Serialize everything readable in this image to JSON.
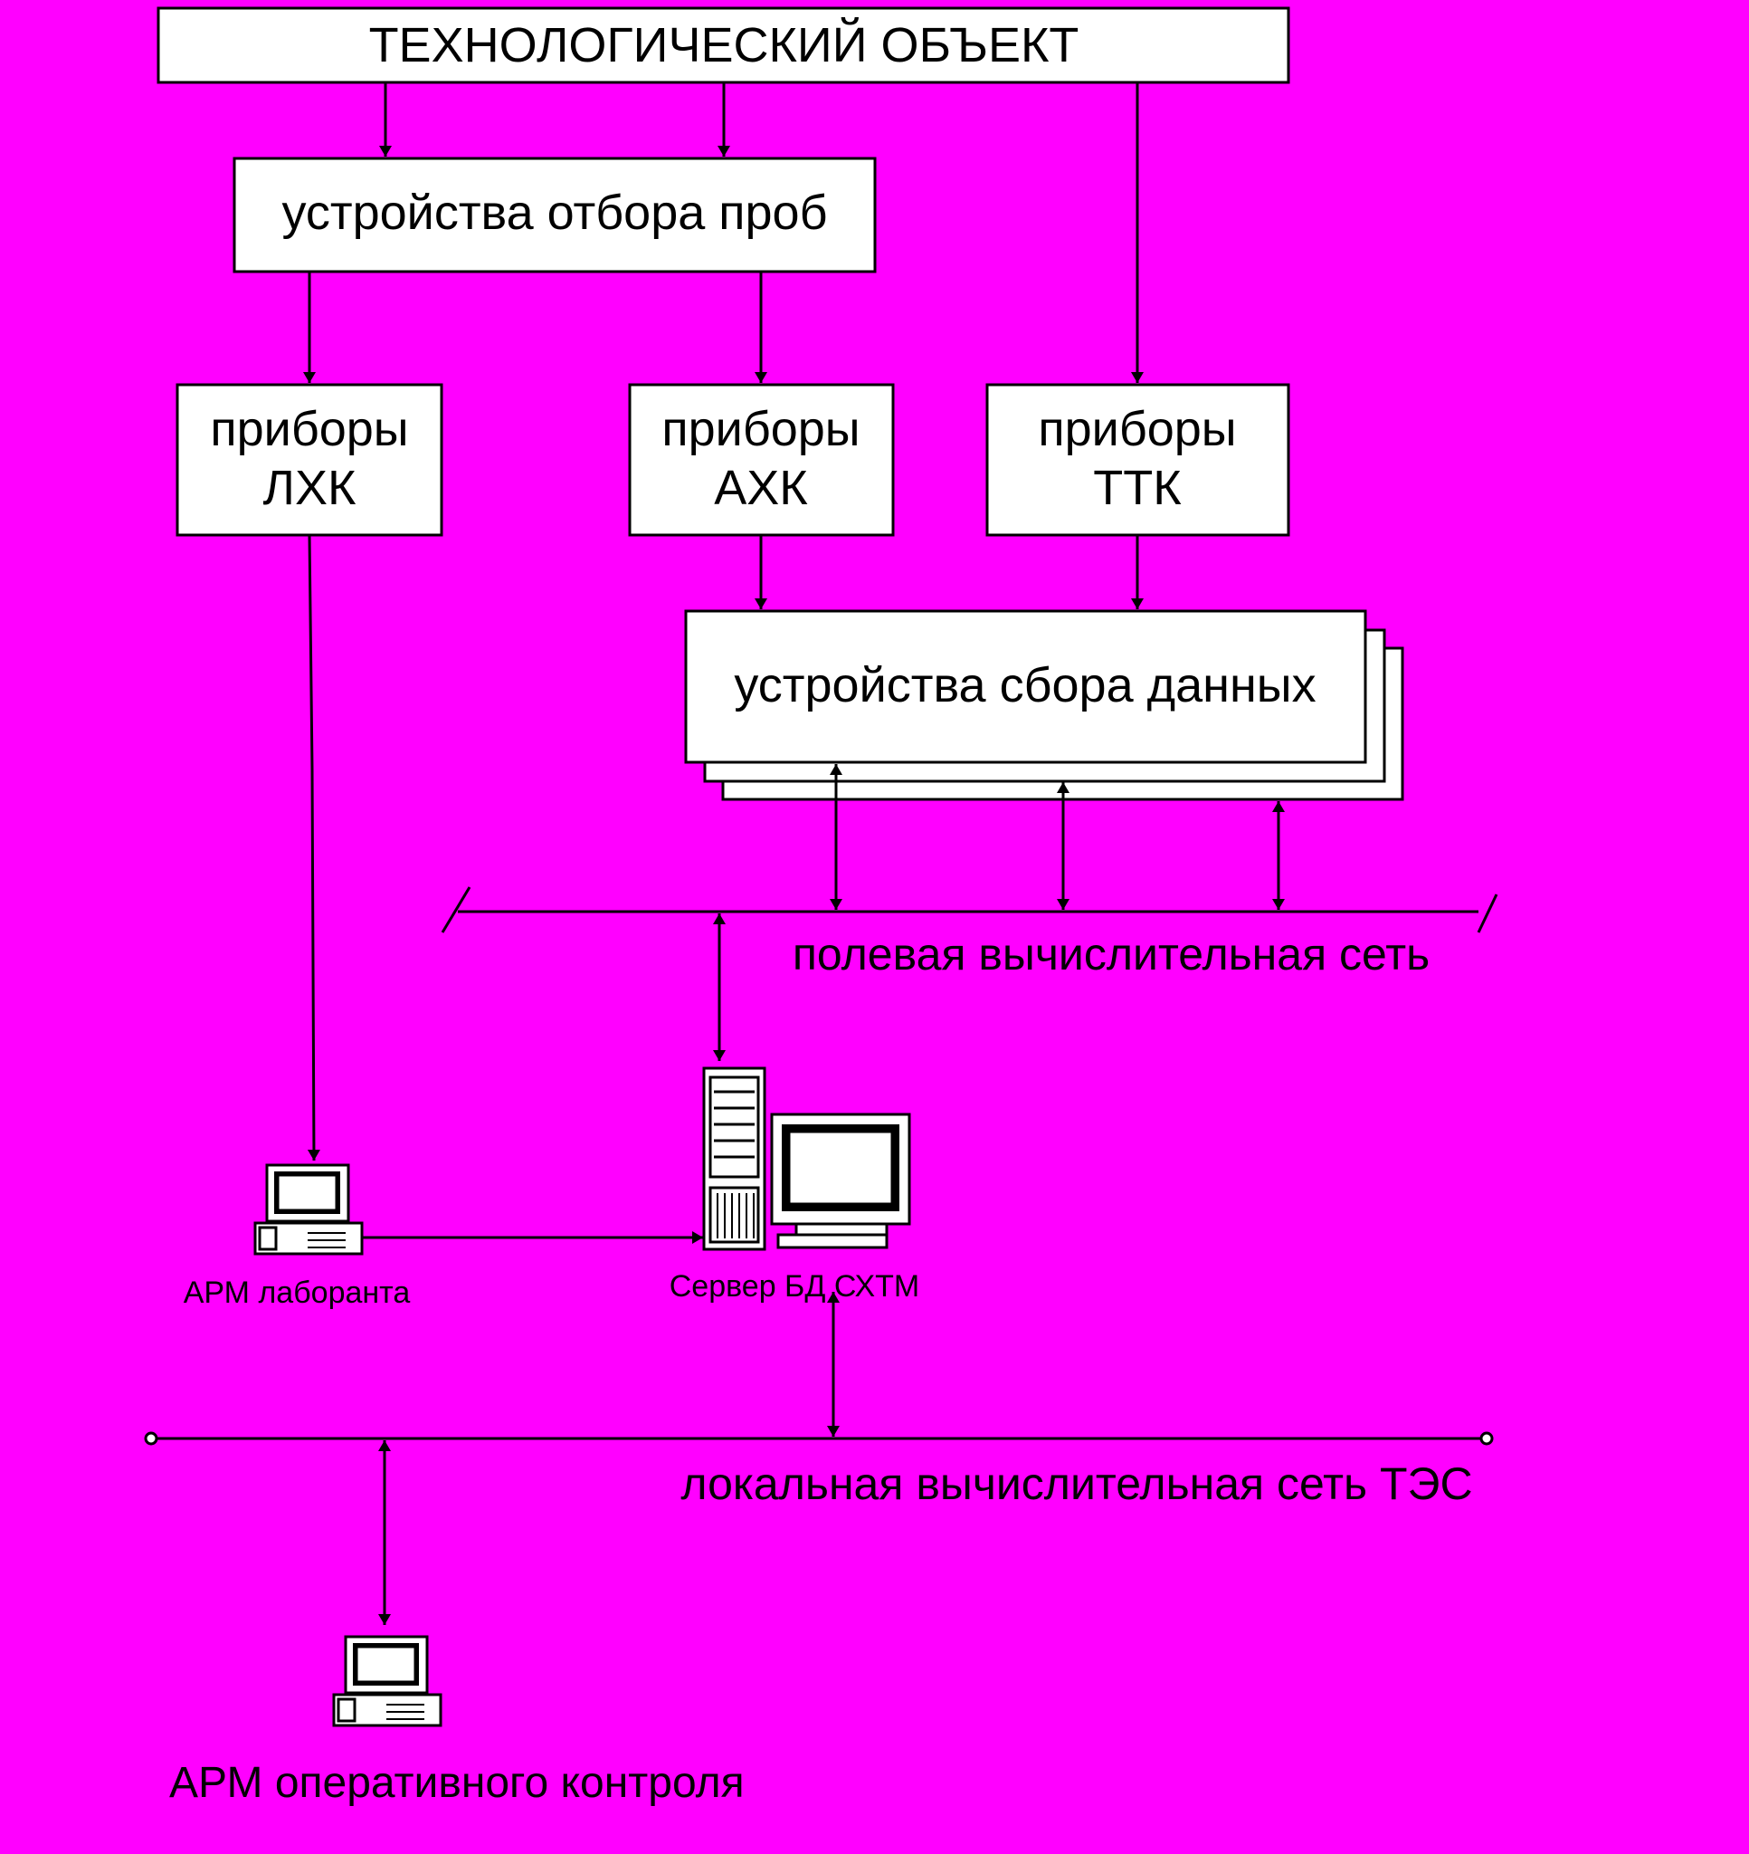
{
  "colors": {
    "background": "#ff00ff",
    "box": "#ffffff",
    "line": "#000000"
  },
  "blocks": {
    "object": "ТЕХНОЛОГИЧЕСКИЙ ОБЪЕКТ",
    "sampling": "устройства отбора проб",
    "lhk": {
      "line1": "приборы",
      "line2": "ЛХК"
    },
    "ahk": {
      "line1": "приборы",
      "line2": "АХК"
    },
    "ttk": {
      "line1": "приборы",
      "line2": "ТТК"
    },
    "data_collection": "устройства сбора данных"
  },
  "networks": {
    "field": "полевая вычислительная сеть",
    "local": "локальная вычислительная сеть ТЭС"
  },
  "nodes": {
    "lab_workstation": {
      "label": "АРМ лаборанта",
      "icon": "desktop-computer-icon"
    },
    "server": {
      "label": "Сервер БД СХТМ",
      "icon": "server-tower-monitor-icon"
    },
    "operator_workstation": {
      "label": "АРМ оперативного контроля",
      "icon": "desktop-computer-icon"
    }
  }
}
